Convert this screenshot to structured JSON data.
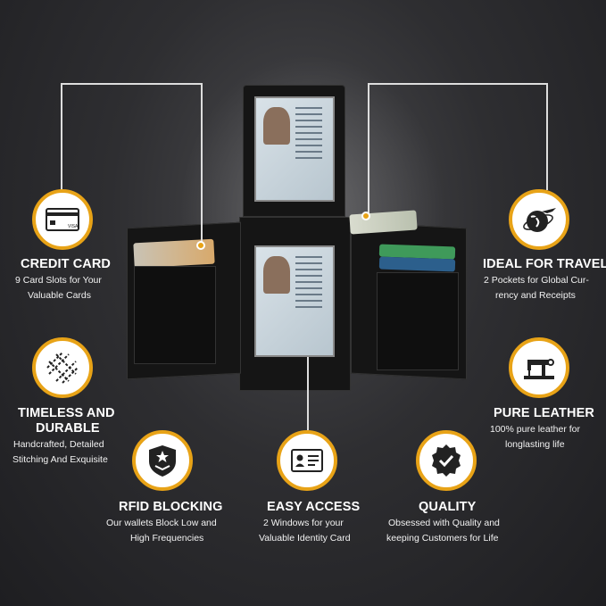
{
  "features": {
    "credit_card": {
      "title": "CREDIT CARD",
      "desc_line1": "9 Card Slots for Your",
      "desc_line2": "Valuable Cards",
      "card_text": "VISA"
    },
    "timeless": {
      "title_line1": "TIMELESS AND",
      "title_line2": "DURABLE",
      "desc_line1": "Handcrafted, Detailed",
      "desc_line2": "Stitching And Exquisite"
    },
    "rfid": {
      "title": "RFID BLOCKING",
      "desc_line1": "Our wallets Block Low and",
      "desc_line2": "High Frequencies"
    },
    "easy_access": {
      "title": "EASY ACCESS",
      "desc_line1": "2  Windows for your",
      "desc_line2": "Valuable  Identity Card"
    },
    "quality": {
      "title": "QUALITY",
      "desc_line1": "Obsessed with Quality and",
      "desc_line2": "keeping Customers for Life"
    },
    "travel": {
      "title": "IDEAL FOR TRAVEL",
      "desc_line1": "2 Pockets for Global Cur-",
      "desc_line2": "rency and Receipts"
    },
    "leather": {
      "title": "PURE LEATHER",
      "desc_line1": "100% pure leather for",
      "desc_line2": "longlasting life"
    }
  },
  "colors": {
    "accent": "#e8a317",
    "background": "#2e2e31",
    "badge_bg": "#ffffff"
  },
  "icons": [
    "credit-card-icon",
    "stitching-icon",
    "rfid-shield-icon",
    "id-card-icon",
    "quality-check-icon",
    "travel-globe-icon",
    "sewing-machine-icon"
  ]
}
